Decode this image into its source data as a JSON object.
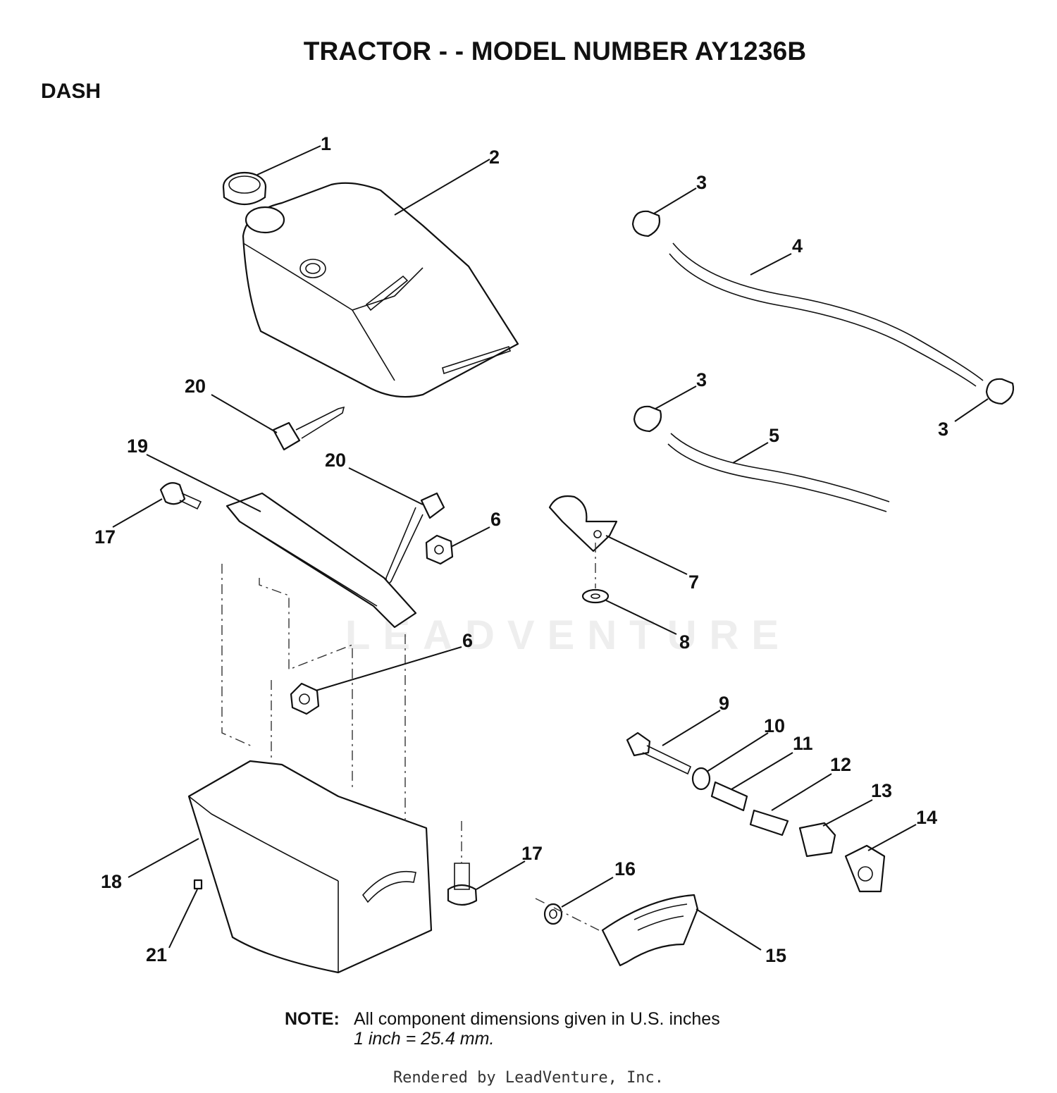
{
  "title": "TRACTOR - - MODEL NUMBER  AY1236B",
  "section": "DASH",
  "callouts": [
    {
      "id": "c1",
      "label": "1"
    },
    {
      "id": "c2",
      "label": "2"
    },
    {
      "id": "c3a",
      "label": "3"
    },
    {
      "id": "c3b",
      "label": "3"
    },
    {
      "id": "c3c",
      "label": "3"
    },
    {
      "id": "c4",
      "label": "4"
    },
    {
      "id": "c5",
      "label": "5"
    },
    {
      "id": "c6a",
      "label": "6"
    },
    {
      "id": "c6b",
      "label": "6"
    },
    {
      "id": "c7",
      "label": "7"
    },
    {
      "id": "c8",
      "label": "8"
    },
    {
      "id": "c9",
      "label": "9"
    },
    {
      "id": "c10",
      "label": "10"
    },
    {
      "id": "c11",
      "label": "11"
    },
    {
      "id": "c12",
      "label": "12"
    },
    {
      "id": "c13",
      "label": "13"
    },
    {
      "id": "c14",
      "label": "14"
    },
    {
      "id": "c15",
      "label": "15"
    },
    {
      "id": "c16",
      "label": "16"
    },
    {
      "id": "c17a",
      "label": "17"
    },
    {
      "id": "c17b",
      "label": "17"
    },
    {
      "id": "c18",
      "label": "18"
    },
    {
      "id": "c19",
      "label": "19"
    },
    {
      "id": "c20a",
      "label": "20"
    },
    {
      "id": "c20b",
      "label": "20"
    },
    {
      "id": "c21",
      "label": "21"
    }
  ],
  "note": {
    "label": "NOTE:",
    "line1": "All component dimensions given in U.S. inches",
    "line2": "1 inch = 25.4 mm."
  },
  "watermark": "LEADVENTURE",
  "footer": "Rendered by LeadVenture, Inc."
}
